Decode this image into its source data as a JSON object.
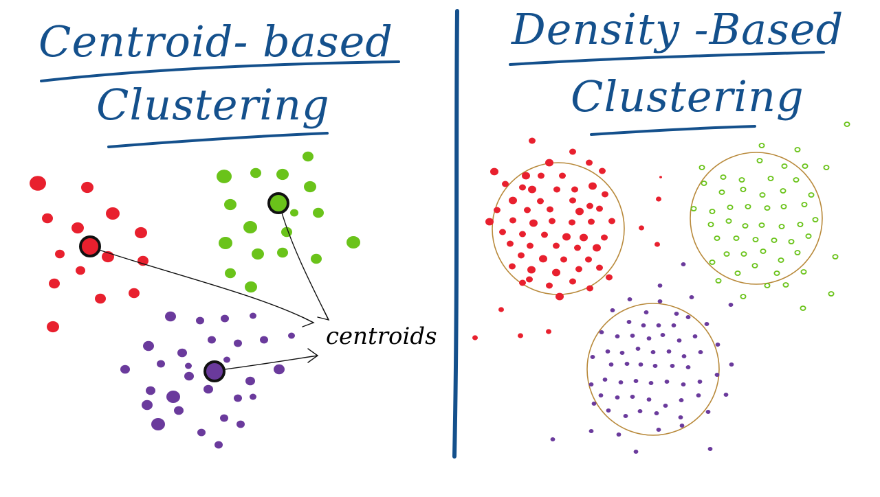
{
  "left_panel": {
    "title_line1": "Centroid- based",
    "title_line2": "Clustering",
    "centroid_label": "centroids"
  },
  "right_panel": {
    "title_line1": "Density -Based",
    "title_line2": "Clustering"
  },
  "colors": {
    "ink_blue": "#14508c",
    "red": "#e8202e",
    "green": "#6ac31a",
    "purple": "#6a3a9c",
    "circle": "#b8893a",
    "arrow": "#111111"
  },
  "icons": {
    "centroid_marker": "ringed-dot",
    "arrow": "hand-drawn-arrow"
  }
}
